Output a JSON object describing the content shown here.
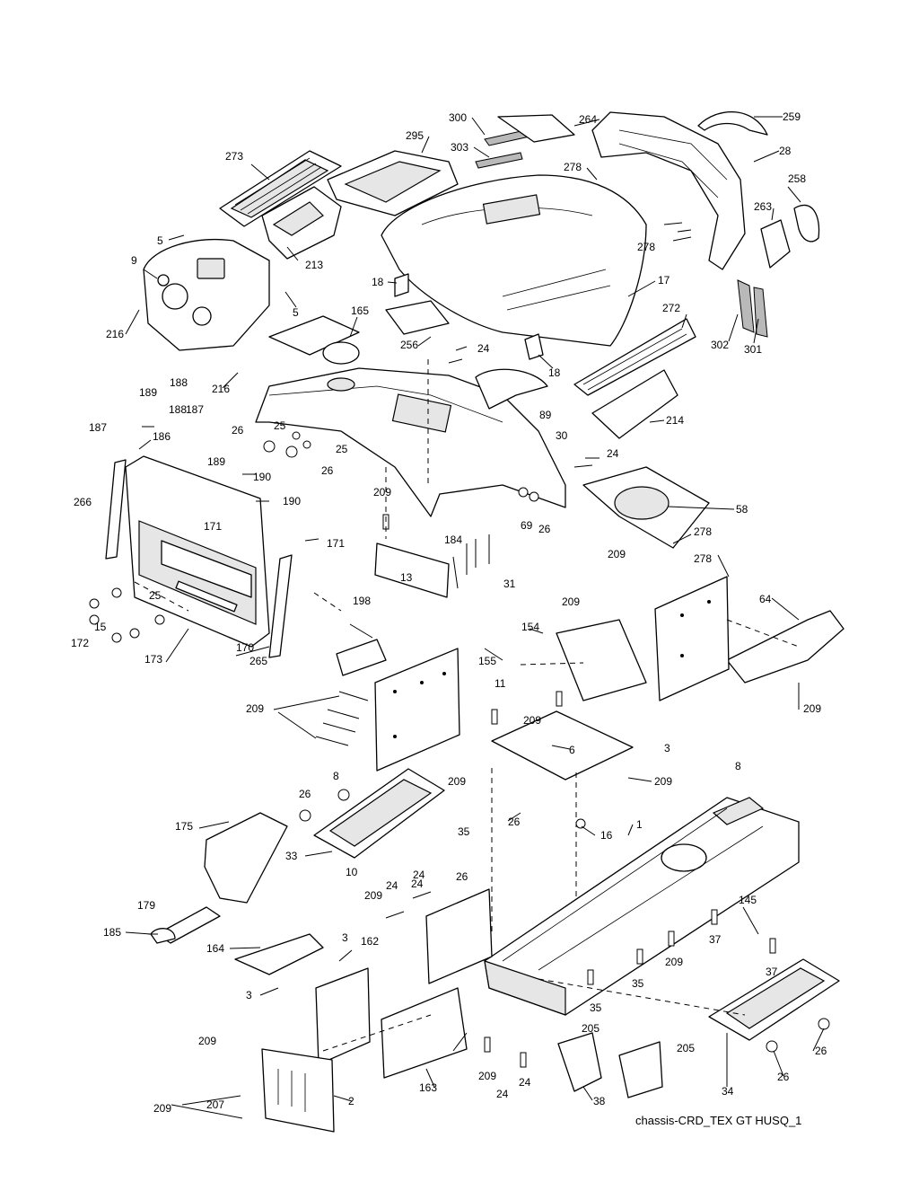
{
  "caption": "chassis-CRD_TEX GT HUSQ_1",
  "callouts": [
    "300",
    "264",
    "259",
    "295",
    "303",
    "28",
    "273",
    "278",
    "258",
    "5",
    "263",
    "213",
    "278",
    "9",
    "18",
    "17",
    "5",
    "165",
    "256",
    "24",
    "272",
    "216",
    "302",
    "301",
    "216",
    "18",
    "188",
    "189",
    "187",
    "188",
    "89",
    "187",
    "186",
    "26",
    "25",
    "25",
    "30",
    "24",
    "189",
    "26",
    "214",
    "190",
    "266",
    "190",
    "209",
    "58",
    "171",
    "278",
    "171",
    "184",
    "209",
    "278",
    "13",
    "31",
    "69",
    "26",
    "25",
    "198",
    "209",
    "64",
    "154",
    "15",
    "172",
    "173",
    "170",
    "265",
    "155",
    "11",
    "209",
    "209",
    "209",
    "6",
    "3",
    "209",
    "8",
    "26",
    "8",
    "209",
    "26",
    "175",
    "35",
    "16",
    "1",
    "33",
    "10",
    "24",
    "179",
    "209",
    "24",
    "26",
    "145",
    "185",
    "24",
    "164",
    "3",
    "162",
    "37",
    "37",
    "209",
    "3",
    "35",
    "35",
    "26",
    "205",
    "209",
    "209",
    "24",
    "205",
    "24",
    "207",
    "2",
    "163",
    "26",
    "34",
    "38",
    "209"
  ]
}
